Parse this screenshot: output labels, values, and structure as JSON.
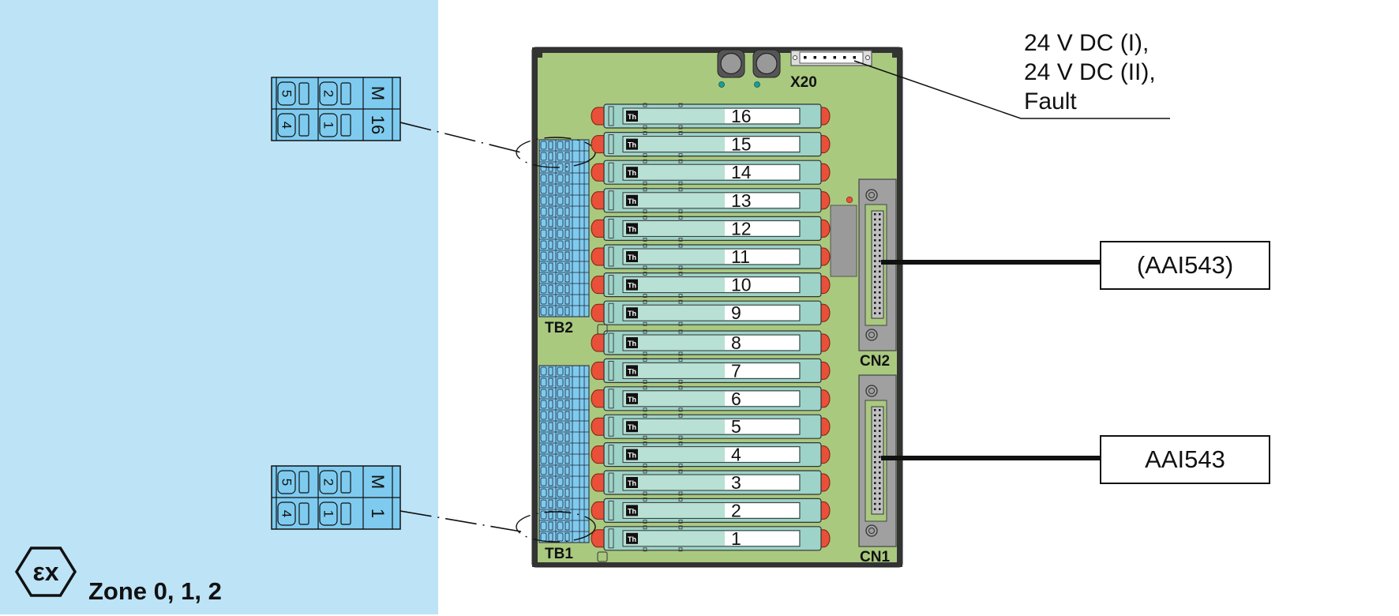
{
  "zone": {
    "label": "Zone 0, 1, 2",
    "ex_symbol_text": "Ex",
    "background_color": "#bde3f7"
  },
  "field_connectors": [
    {
      "id": "channel-16",
      "top_labels": [
        "5",
        "2",
        "M"
      ],
      "bottom_labels": [
        "4",
        "1",
        "16"
      ]
    },
    {
      "id": "channel-1",
      "top_labels": [
        "5",
        "2",
        "M"
      ],
      "bottom_labels": [
        "4",
        "1",
        "1"
      ]
    }
  ],
  "board": {
    "color": "#a9c97f",
    "terminal_blocks": [
      {
        "label": "TB2",
        "rows": 16
      },
      {
        "label": "TB1",
        "rows": 16
      }
    ],
    "power_connector": {
      "label": "X20",
      "pins": 6
    },
    "system_connectors": [
      {
        "label": "CN2"
      },
      {
        "label": "CN1"
      }
    ],
    "modules": [
      {
        "number": "16"
      },
      {
        "number": "15"
      },
      {
        "number": "14"
      },
      {
        "number": "13"
      },
      {
        "number": "12"
      },
      {
        "number": "11"
      },
      {
        "number": "10"
      },
      {
        "number": "9"
      },
      {
        "number": "8"
      },
      {
        "number": "7"
      },
      {
        "number": "6"
      },
      {
        "number": "5"
      },
      {
        "number": "4"
      },
      {
        "number": "3"
      },
      {
        "number": "2"
      },
      {
        "number": "1"
      }
    ],
    "module_logo_text": "Th",
    "colors": {
      "module_body": "#9dd3c8",
      "module_panel": "#b8e0d4",
      "module_cap": "#e8503a",
      "led_teal": "#1a9e96",
      "connector_gray": "#a0a0a0",
      "terminal_blue": "#7ecbef"
    }
  },
  "annotations": {
    "power_lines": [
      "24 V DC (I),",
      "24 V DC (II),",
      "Fault"
    ],
    "cn2_target": "(AAI543)",
    "cn1_target": "AAI543"
  }
}
